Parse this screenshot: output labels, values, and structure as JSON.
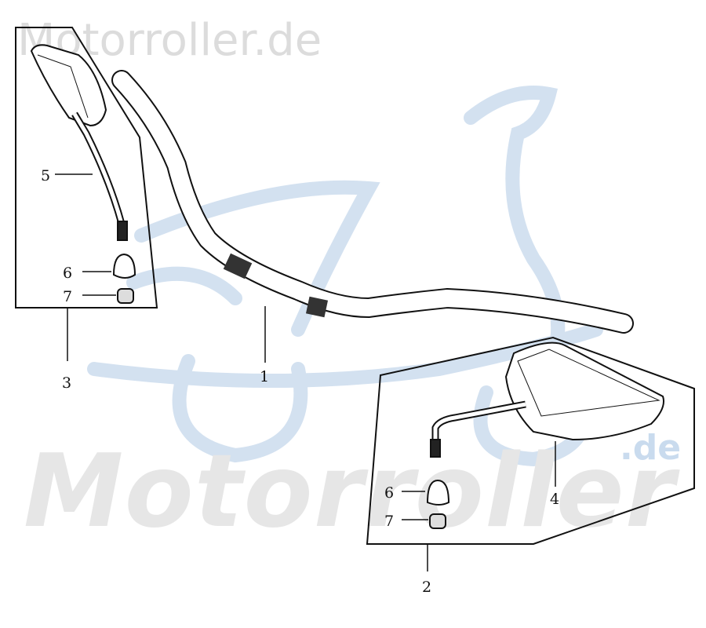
{
  "watermarks": {
    "top": "Motorroller.de",
    "big": "Motorroller",
    "suffix": ".de"
  },
  "colors": {
    "line": "#111111",
    "watermark_gray": "#e0e0e0",
    "watermark_blue": "#d3e1f0"
  },
  "callouts": {
    "handlebar": "1",
    "right_mirror_set": "2",
    "left_mirror_set": "3",
    "right_mirror": "4",
    "left_mirror": "5",
    "left_cap": "6",
    "left_nut": "7",
    "right_cap": "6",
    "right_nut": "7"
  }
}
